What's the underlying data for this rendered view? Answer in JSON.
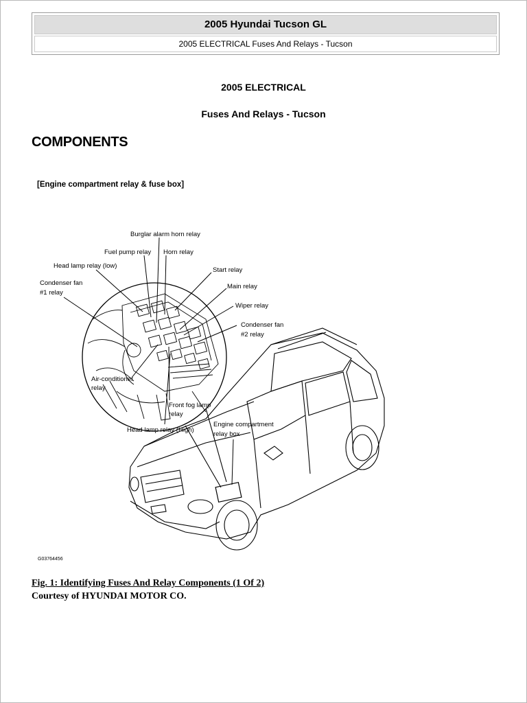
{
  "header": {
    "title": "2005 Hyundai Tucson GL",
    "subtitle": "2005 ELECTRICAL Fuses And Relays - Tucson"
  },
  "document": {
    "section": "2005 ELECTRICAL",
    "subsection": "Fuses And Relays - Tucson",
    "heading": "COMPONENTS"
  },
  "figure": {
    "box_label": "[Engine compartment relay & fuse box]",
    "labels": {
      "burglar": "Burglar alarm horn relay",
      "fuel": "Fuel pump relay",
      "horn": "Horn relay",
      "headlow": "Head lamp relay (low)",
      "start": "Start relay",
      "cond1_a": "Condenser fan",
      "cond1_b": "#1 relay",
      "main": "Main relay",
      "wiper": "Wiper relay",
      "cond2_a": "Condenser fan",
      "cond2_b": "#2 relay",
      "ac_a": "Air-conditioner",
      "ac_b": "relay",
      "fog_a": "Front fog lamp",
      "fog_b": "relay",
      "headhigh": "Head lamp relay (High)",
      "ecb_a": "Engine compartment",
      "ecb_b": "relay box"
    },
    "code": "G03764456",
    "caption": "Fig. 1: Identifying Fuses And Relay Components (1 Of 2)",
    "courtesy": "Courtesy of HYUNDAI MOTOR CO."
  }
}
